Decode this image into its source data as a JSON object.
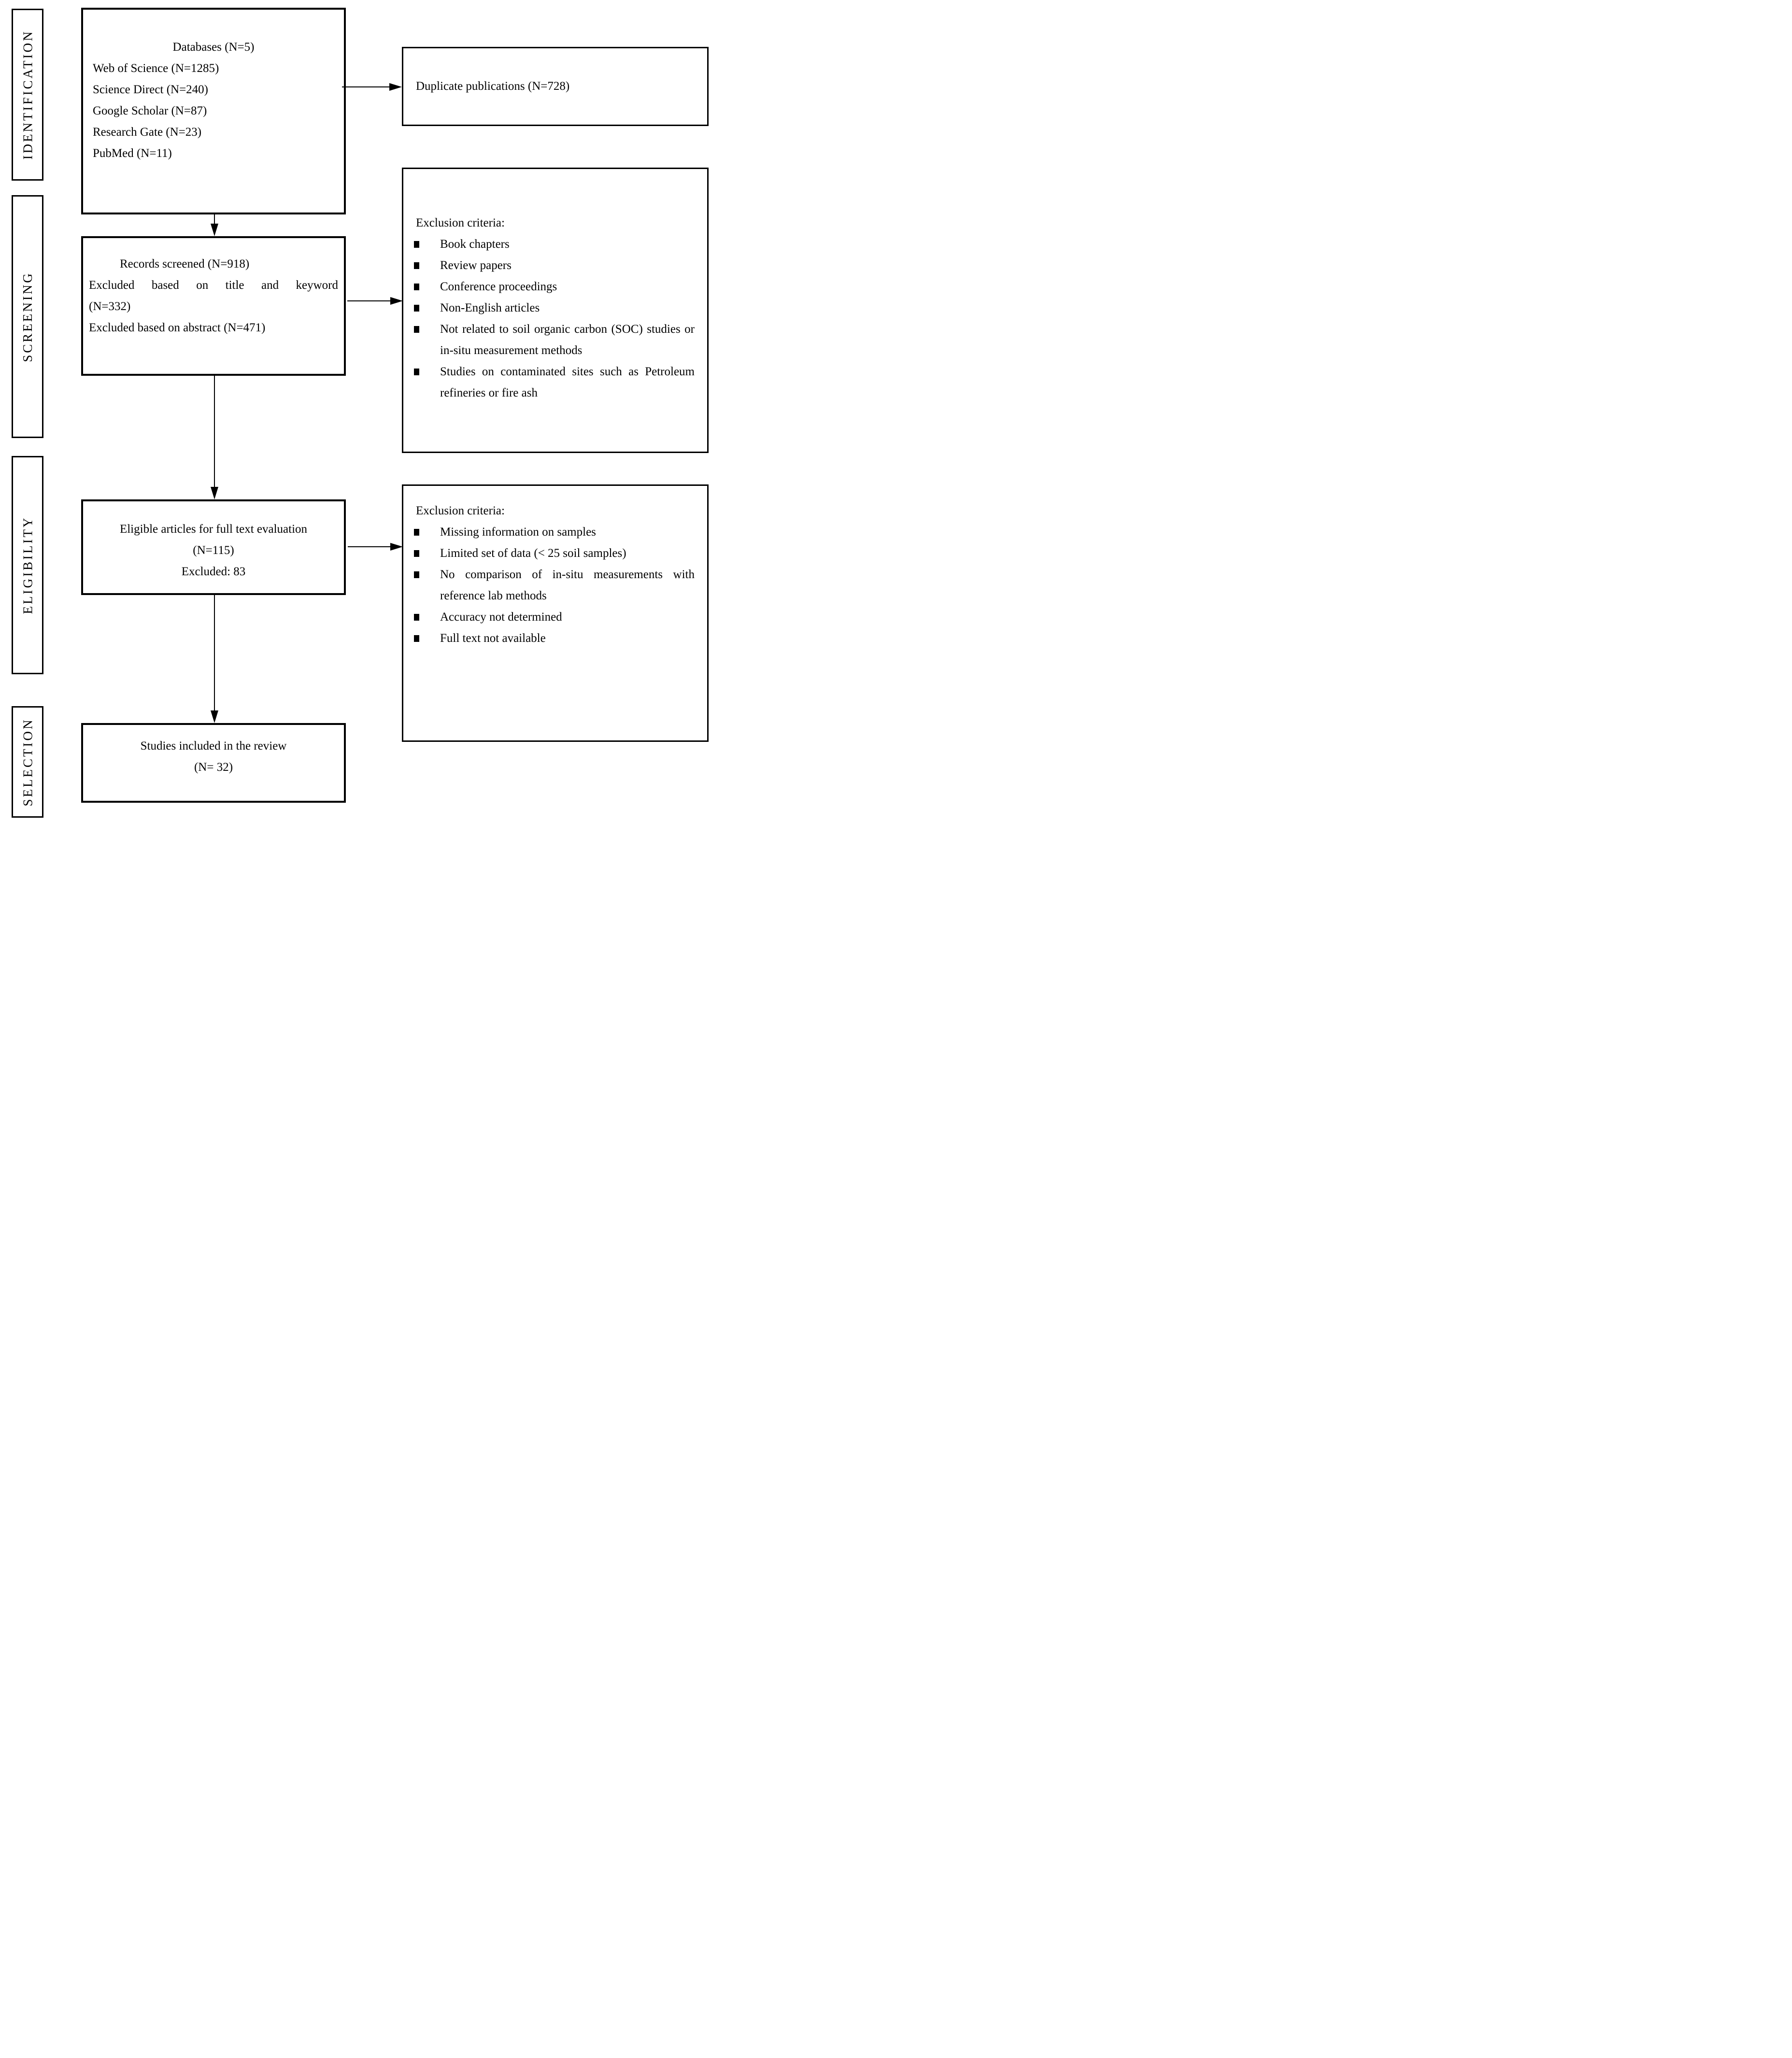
{
  "stages": [
    {
      "label": "IDENTIFICATION"
    },
    {
      "label": "SCREENING"
    },
    {
      "label": "ELIGIBILITY"
    },
    {
      "label": "SELECTION"
    }
  ],
  "flow": {
    "databases": {
      "title": "Databases (N=5)",
      "sources": [
        "Web of Science (N=1285)",
        "Science Direct (N=240)",
        "Google Scholar (N=87)",
        "Research Gate (N=23)",
        "PubMed (N=11)"
      ]
    },
    "records": {
      "line1": "Records screened (N=918)",
      "line2": "Excluded based on title and keyword",
      "line3": "(N=332)",
      "line4": "Excluded based on abstract (N=471)"
    },
    "eligible": {
      "line1": "Eligible articles for full text evaluation",
      "line2": "(N=115)",
      "line3": "Excluded: 83"
    },
    "studies": {
      "line1": "Studies included in the review",
      "line2": "(N= 32)"
    }
  },
  "side": {
    "duplicate": {
      "text": "Duplicate publications (N=728)"
    },
    "excl1": {
      "title": "Exclusion criteria:",
      "items": [
        "Book chapters",
        "Review papers",
        "Conference proceedings",
        "Non-English articles",
        "Not related to soil organic carbon (SOC) studies or in-situ measurement methods",
        "Studies on contaminated sites such as Petroleum refineries or fire ash"
      ]
    },
    "excl2": {
      "title": "Exclusion criteria:",
      "items": [
        "Missing information on samples",
        "Limited set of data (< 25 soil samples)",
        "No comparison of in-situ measurements with reference lab methods",
        "Accuracy not determined",
        "Full text not available"
      ]
    }
  },
  "colors": {
    "ink": "#000000",
    "paper": "#ffffff"
  }
}
